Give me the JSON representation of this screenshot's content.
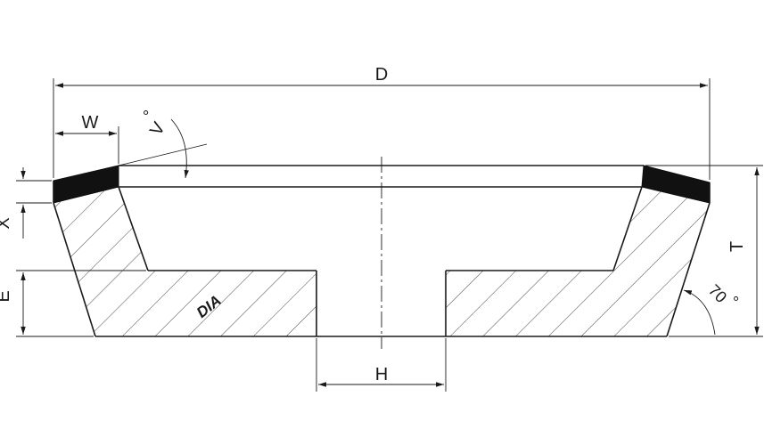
{
  "labels": {
    "D": "D",
    "W": "W",
    "V": "V",
    "V_deg": "°",
    "X": "X",
    "E": "E",
    "T": "T",
    "H": "H",
    "angle": "70",
    "angle_deg": "°",
    "material": "DIA"
  }
}
